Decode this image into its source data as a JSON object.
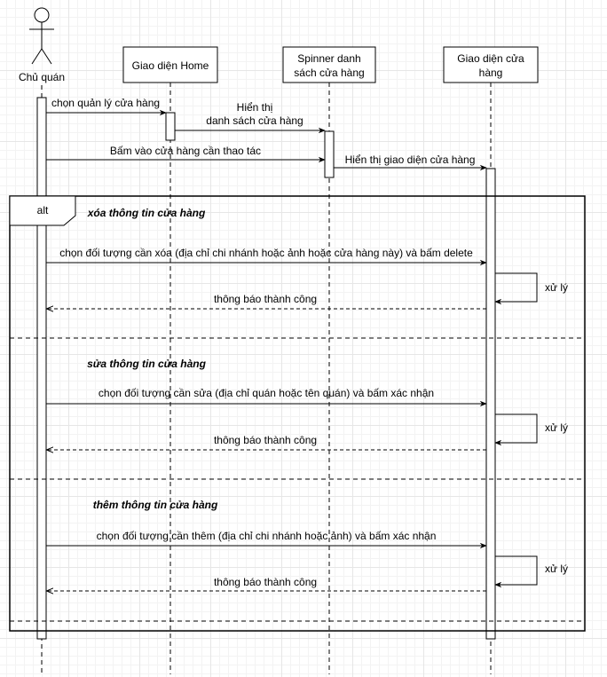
{
  "actor": {
    "name": "Chủ quán"
  },
  "participants": {
    "home": {
      "line1": "Giao diện Home"
    },
    "spinner": {
      "line1": "Spinner danh",
      "line2": "sách cửa hàng"
    },
    "store_ui": {
      "line1": "Giao diện cửa",
      "line2": "hàng"
    }
  },
  "messages": {
    "m1": "chọn quản lý cửa hàng",
    "m2_line1": "Hiển thị",
    "m2_line2": "danh sách cửa hàng",
    "m3": "Bấm vào cửa hàng cần thao tác",
    "m4": "Hiển thị giao diện cửa hàng"
  },
  "alt": {
    "label": "alt",
    "sections": [
      {
        "guard": "xóa thông tin cửa hàng",
        "request": "chọn đối tượng cần xóa (địa chỉ chi nhánh hoặc ảnh hoặc cửa hàng này) và bấm delete",
        "self": "xử lý",
        "reply": "thông báo thành công"
      },
      {
        "guard": "sửa thông tin cửa hàng",
        "request": "chọn đối tượng cần sửa (địa chỉ quán hoặc tên quán) và bấm xác nhận",
        "self": "xử lý",
        "reply": "thông báo thành công"
      },
      {
        "guard": "thêm thông tin cửa hàng",
        "request": "chọn đối tượng cần thêm (địa chỉ chi nhánh hoặc ảnh) và bấm xác nhận",
        "self": "xử lý",
        "reply": "thông báo thành công"
      }
    ]
  },
  "colors": {
    "stroke": "#000000",
    "dashed": "#333333",
    "box": "#ffffff"
  }
}
